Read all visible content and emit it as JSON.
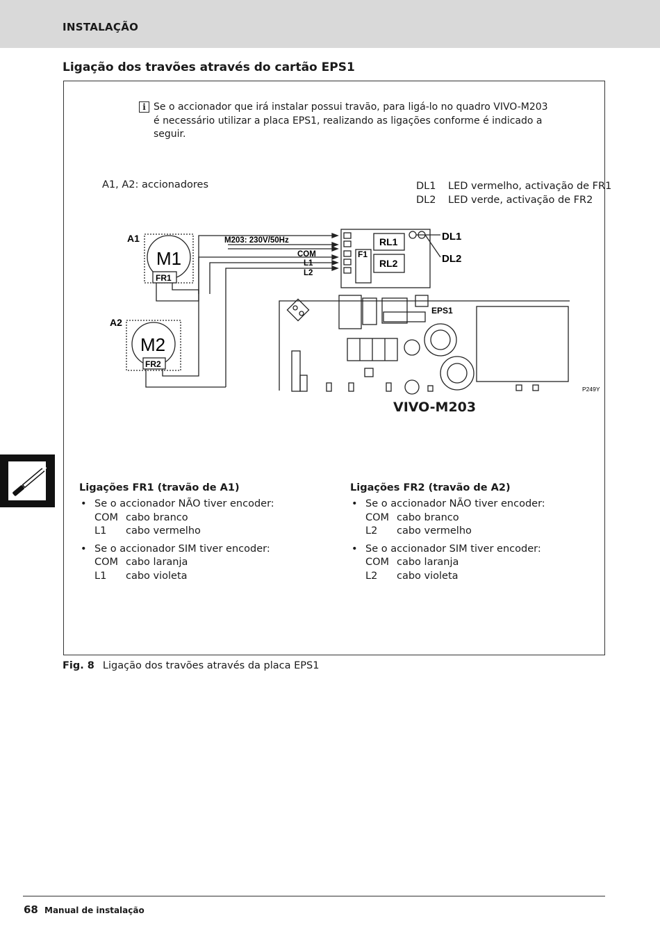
{
  "header": {
    "section": "INSTALAÇÃO"
  },
  "title": "Ligação dos travões através do cartão EPS1",
  "note": {
    "icon": "info-icon",
    "lines": [
      "Se o accionador que irá instalar possui travão, para ligá-lo no quadro VIVO-M203",
      "é necessário utilizar a placa EPS1, realizando as ligações conforme é indicado a",
      "seguir."
    ]
  },
  "legend_left": {
    "code": "A1, A2:",
    "text": "accionadores"
  },
  "legend_right": [
    {
      "code": "DL1",
      "text": "LED vermelho, activação de FR1"
    },
    {
      "code": "DL2",
      "text": "LED verde, activação de FR2"
    }
  ],
  "diagram": {
    "a1": "A1",
    "a2": "A2",
    "m1": "M1",
    "m2": "M2",
    "fr1": "FR1",
    "fr2": "FR2",
    "supply": "M203: 230V/50Hz",
    "com": "COM",
    "l1": "L1",
    "l2": "L2",
    "f1": "F1",
    "rl1": "RL1",
    "rl2": "RL2",
    "dl1": "DL1",
    "dl2": "DL2",
    "eps1": "EPS1",
    "ref": "P249Y"
  },
  "model": "VIVO-M203",
  "columns": [
    {
      "title": "Ligações FR1 (travão de A1)",
      "groups": [
        {
          "bullet": "Se o accionador NÃO tiver encoder:",
          "rows": [
            {
              "k": "COM",
              "v": "cabo branco"
            },
            {
              "k": "L1",
              "v": "cabo vermelho"
            }
          ]
        },
        {
          "bullet": "Se o accionador SIM tiver encoder:",
          "rows": [
            {
              "k": "COM",
              "v": "cabo laranja"
            },
            {
              "k": "L1",
              "v": "cabo violeta"
            }
          ]
        }
      ]
    },
    {
      "title": "Ligações FR2 (travão de A2)",
      "groups": [
        {
          "bullet": "Se o accionador NÃO tiver encoder:",
          "rows": [
            {
              "k": "COM",
              "v": "cabo branco"
            },
            {
              "k": "L2",
              "v": "cabo vermelho"
            }
          ]
        },
        {
          "bullet": "Se o accionador SIM tiver encoder:",
          "rows": [
            {
              "k": "COM",
              "v": "cabo laranja"
            },
            {
              "k": "L2",
              "v": "cabo violeta"
            }
          ]
        }
      ]
    }
  ],
  "caption": {
    "fig": "Fig. 8",
    "text": "Ligação dos travões através da placa EPS1"
  },
  "footer": {
    "page": "68",
    "text": "Manual de instalação"
  },
  "side_tab_icon": "screwdriver-icon"
}
